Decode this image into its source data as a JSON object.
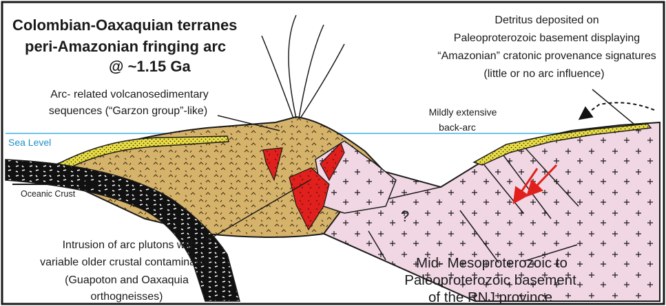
{
  "title": {
    "line1": "Colombian-Oaxaquian terranes",
    "line2": "peri-Amazonian fringing arc",
    "line3": "@ ~1.15 Ga"
  },
  "labels": {
    "detritus": [
      "Detritus deposited on",
      "Paleoproterozoic basement displaying",
      "“Amazonian” cratonic provenance signatures",
      "(little or no arc influence)"
    ],
    "arc_sequences": [
      "Arc- related volcanosedimentary",
      "sequences (“Garzon group”-like)"
    ],
    "back_arc": [
      "Mildly extensive",
      "back-arc"
    ],
    "sea_level": "Sea Level",
    "oceanic_crust": "Oceanic Crust",
    "question": "?",
    "intrusion": [
      "Intrusion of arc plutons with",
      "variable older crustal contamination",
      "(Guapoton and Oaxaquia",
      "orthogneisses)"
    ],
    "basement": [
      "Mid- Mesoproterozoic to",
      "Paleoproterozoic basement",
      "of the RNJ province"
    ]
  },
  "colors": {
    "arc_fill": "#d6b36a",
    "basement_fill": "#f1d6e3",
    "sediment_fill": "#ecdf3f",
    "pluton_fill": "#e0201d",
    "slab_fill": "#111111",
    "sea_level_line": "#6ec6ea",
    "sea_level_text": "#1c8fc7",
    "frame": "#1a1a1a"
  }
}
